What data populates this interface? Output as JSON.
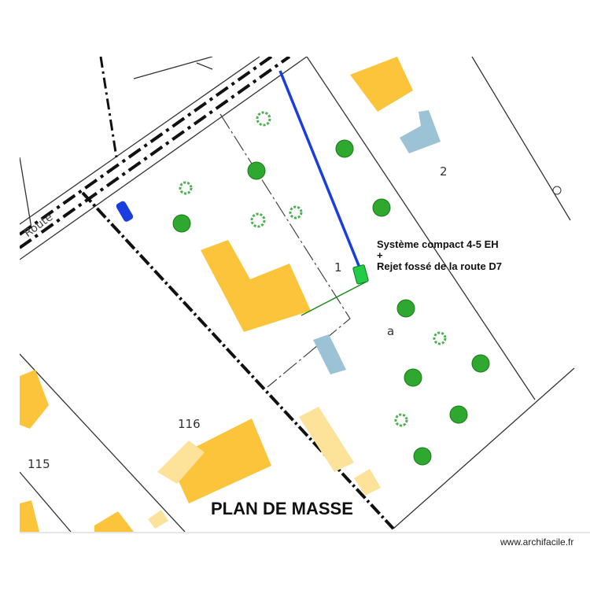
{
  "title": "PLAN DE MASSE",
  "annotation": {
    "line1": "Système compact 4-5 EH",
    "line2": "+",
    "line3": "Rejet fossé de la route D7"
  },
  "parcel_labels": {
    "p2": "2",
    "p1": "1",
    "pa": "a",
    "p116": "116",
    "p115": "115"
  },
  "road_label": "Route",
  "watermark": "www.archifacile.fr",
  "colors": {
    "building": "#fcc43a",
    "building_light": "#fde29a",
    "annex": "#9cc3d5",
    "pipe": "#1a3de0",
    "drain": "#1e8c1e",
    "tank": "#22cc44",
    "tree": "#2ea82e",
    "car": "#1a3de0"
  }
}
